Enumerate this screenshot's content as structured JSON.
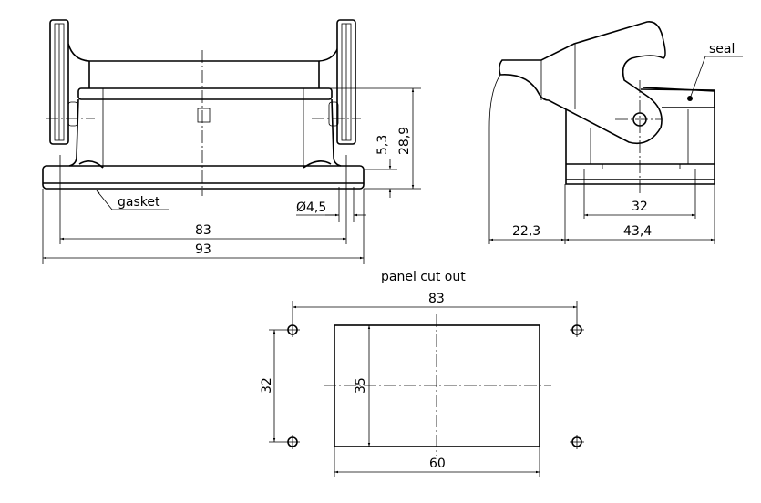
{
  "front_view": {
    "dim_height": "28,9",
    "dim_plate": "5,3",
    "dim_hole": "Ø4,5",
    "dim_hole_pitch": "83",
    "dim_width": "93",
    "label_gasket": "gasket"
  },
  "side_view": {
    "label_seal": "seal",
    "dim_hole_pitch": "32",
    "dim_overhang": "22,3",
    "dim_depth": "43,4"
  },
  "panel_cutout": {
    "title": "panel cut out",
    "dim_hole_pitch_x": "83",
    "dim_hole_pitch_y": "32",
    "dim_cut_height": "35",
    "dim_cut_width": "60"
  }
}
